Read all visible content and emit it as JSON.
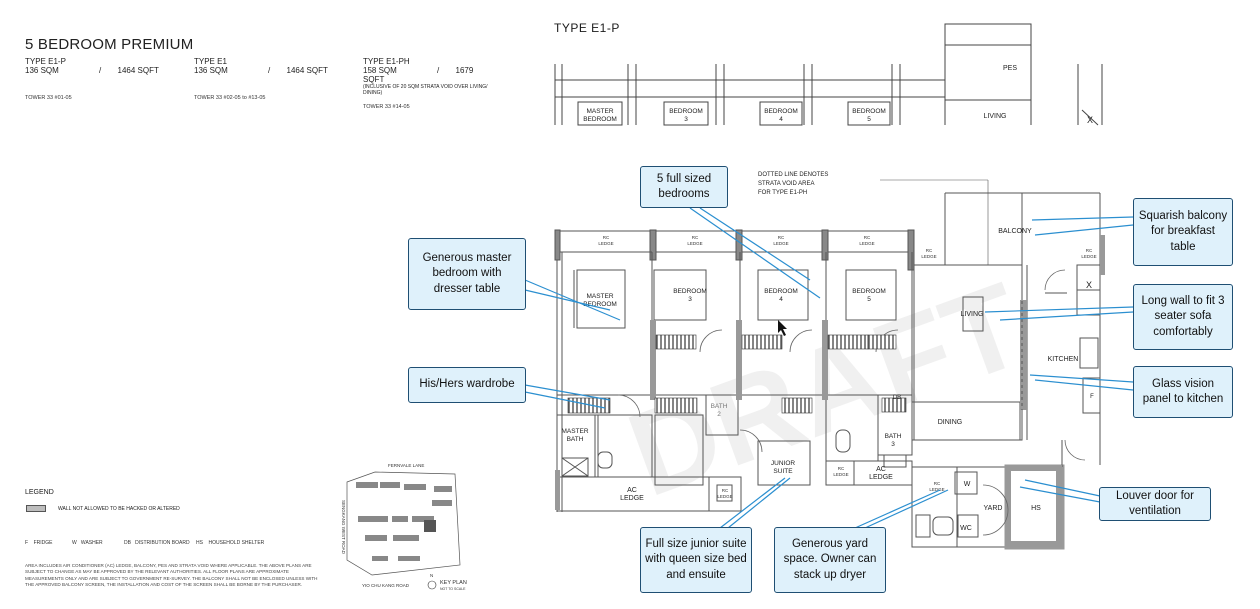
{
  "header": {
    "title": "5 BEDROOM PREMIUM",
    "types": [
      {
        "name": "TYPE E1-P",
        "sqm": "136 SQM",
        "sep": "/",
        "sqft": "1464 SQFT",
        "note": "",
        "tower": "TOWER 33 #01-05"
      },
      {
        "name": "TYPE E1",
        "sqm": "136 SQM",
        "sep": "/",
        "sqft": "1464 SQFT",
        "note": "",
        "tower": "TOWER 33 #02-05 to #13-05"
      },
      {
        "name": "TYPE E1-PH",
        "sqm": "158 SQM",
        "sep": "/",
        "sqft": "1679 SQFT",
        "note": "(INCLUSIVE OF 20 SQM STRATA VOID OVER LIVING/ DINING)",
        "tower": "TOWER 33 #14-05"
      }
    ]
  },
  "legend": {
    "title": "LEGEND",
    "wall_note": "WALL NOT ALLOWED TO BE HACKED OR ALTERED",
    "abbreviations": [
      {
        "code": "F",
        "meaning": "FRIDGE"
      },
      {
        "code": "W",
        "meaning": "WASHER"
      },
      {
        "code": "DB",
        "meaning": "DISTRIBUTION BOARD"
      },
      {
        "code": "HS",
        "meaning": "HOUSEHOLD SHELTER"
      }
    ],
    "disclaimer": "Area includes air conditioner (AC) ledge, balcony, PES and strata void where applicable. The above plans are subject to change as may be approved by the relevant authorities. All floor plans are approximate measurements only and are subject to government re-survey. The balcony shall not be enclosed unless with the approved balcony screen, the installation and cost of the screen shall be borne by the purchaser."
  },
  "key_plan": {
    "roads": [
      "FERNVALE LANE",
      "SENGKANG WEST ROAD",
      "YIO CHU KANG ROAD"
    ],
    "label": "KEY PLAN",
    "sub": "NOT TO SCALE",
    "north": "N"
  },
  "plan": {
    "title": "TYPE E1-P",
    "top_rooms": [
      "PES",
      "MASTER BEDROOM",
      "BEDROOM 3",
      "BEDROOM 4",
      "BEDROOM 5",
      "LIVING",
      "X"
    ],
    "strata_note": "DOTTED LINE DENOTES STRATA VOID AREA FOR TYPE E1-PH",
    "rooms": {
      "balcony": "BALCONY",
      "master_bedroom": "MASTER BEDROOM",
      "bedroom3": "BEDROOM 3",
      "bedroom4": "BEDROOM 4",
      "bedroom5": "BEDROOM 5",
      "living": "LIVING",
      "kitchen": "KITCHEN",
      "dining": "DINING",
      "bath2": "BATH 2",
      "bath3": "BATH 3",
      "master_bath": "MASTER BATH",
      "junior_suite": "JUNIOR SUITE",
      "ac_ledge": "AC LEDGE",
      "rc_ledge": "RC LEDGE",
      "yard": "YARD",
      "hs": "HS",
      "wc": "WC",
      "db": "DB",
      "w": "W",
      "f": "F",
      "x": "X"
    },
    "watermark": "DRAFT"
  },
  "callouts": {
    "bedrooms": "5 full sized bedrooms",
    "master": "Generous master bedroom with dresser table",
    "wardrobe": "His/Hers wardrobe",
    "junior": "Full size junior suite with queen size bed and ensuite",
    "yard": "Generous yard space. Owner can stack up dryer",
    "balcony": "Squarish balcony for breakfast table",
    "living_wall": "Long wall to fit 3 seater sofa comfortably",
    "glass": "Glass vision panel to kitchen",
    "louver": "Louver door for ventilation"
  },
  "colors": {
    "callout_fill": "#dff1fb",
    "callout_border": "#1f4f73",
    "leader": "#2b8fd0",
    "wall": "#7d7d7d"
  }
}
